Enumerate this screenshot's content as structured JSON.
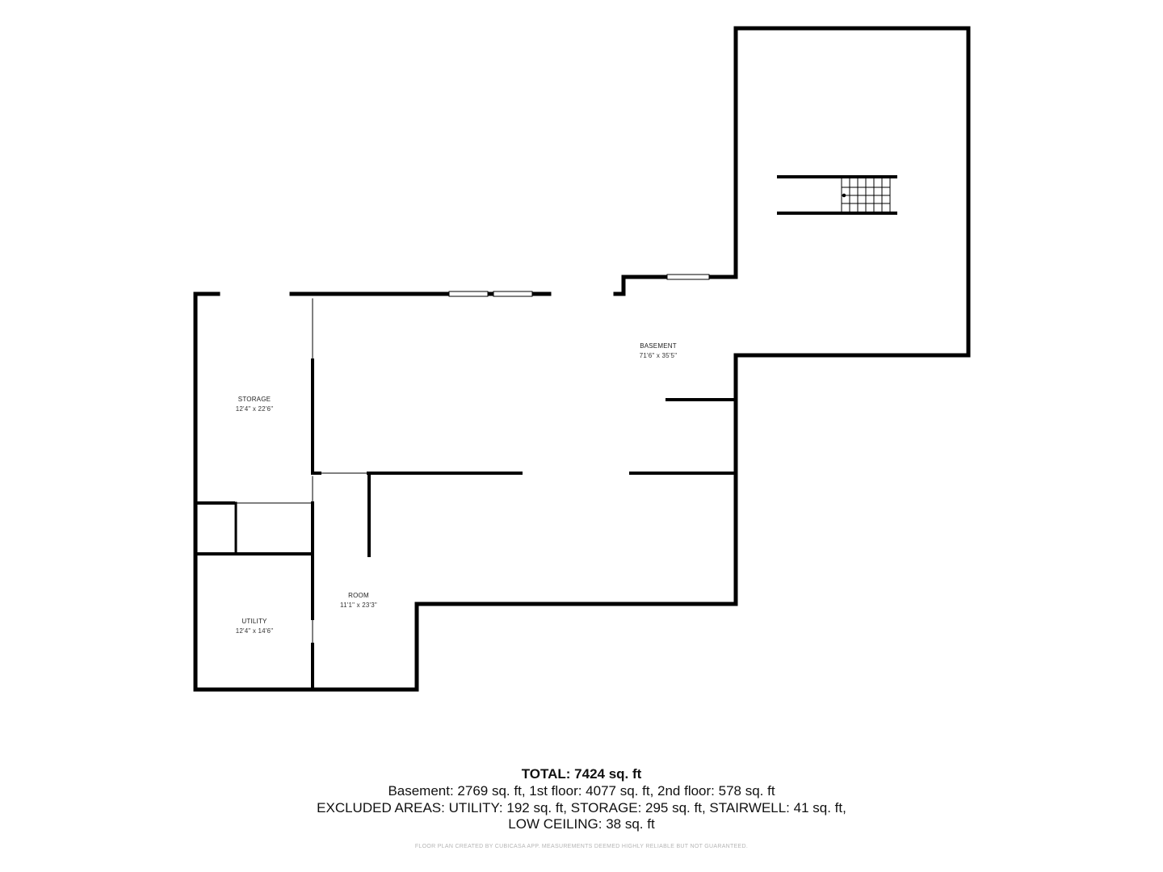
{
  "rooms": {
    "basement": {
      "name": "BASEMENT",
      "dims": "71'6\" x 35'5\""
    },
    "storage": {
      "name": "STORAGE",
      "dims": "12'4\" x 22'6\""
    },
    "room": {
      "name": "ROOM",
      "dims": "11'1\" x 23'3\""
    },
    "utility": {
      "name": "UTILITY",
      "dims": "12'4\" x 14'6\""
    }
  },
  "summary": {
    "total": "TOTAL: 7424 sq. ft",
    "line1": "Basement: 2769 sq. ft, 1st floor: 4077 sq. ft, 2nd floor: 578 sq. ft",
    "line2": "EXCLUDED AREAS: UTILITY: 192 sq. ft, STORAGE: 295 sq. ft, STAIRWELL: 41 sq. ft,",
    "line3": "LOW CEILING: 38 sq. ft"
  },
  "disclaimer": "FLOOR PLAN CREATED BY CUBICASA APP. MEASUREMENTS DEEMED HIGHLY RELIABLE BUT NOT GUARANTEED.",
  "colors": {
    "wall": "#000000",
    "window": "#ffffff",
    "text": "#111111",
    "disclaimer": "#b5b5b5"
  }
}
